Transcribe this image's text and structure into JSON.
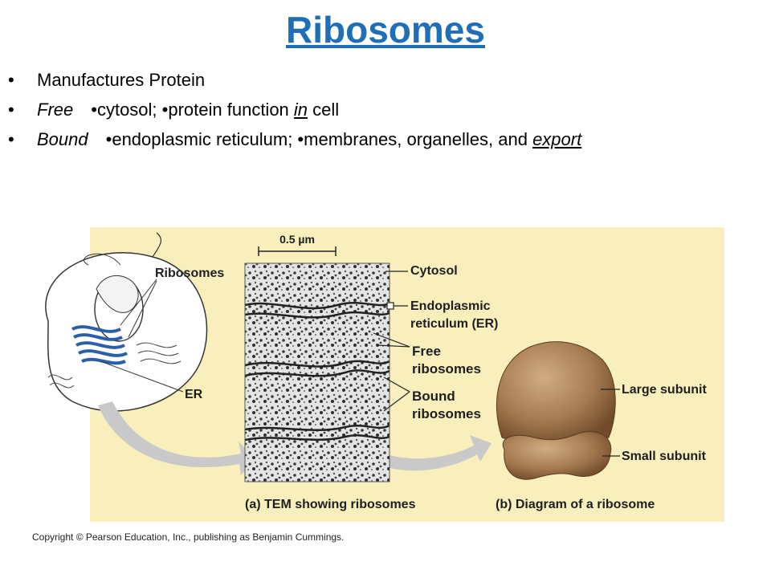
{
  "title": "Ribosomes",
  "bullets": [
    {
      "marker": "•",
      "text": "Manufactures Protein"
    },
    {
      "marker": "•",
      "term": "Free",
      "text_a": "•cytosol; •protein function ",
      "text_u": "in",
      "text_b": " cell"
    },
    {
      "marker": "•",
      "term": "Bound",
      "text_a": "•endoplasmic reticulum; •membranes, organelles, and ",
      "text_u": "export"
    }
  ],
  "figure": {
    "scale_bar": "0.5 µm",
    "labels": {
      "ribosomes": "Ribosomes",
      "er": "ER",
      "cytosol": "Cytosol",
      "endoplasmic_1": "Endoplasmic",
      "endoplasmic_2": "reticulum (ER)",
      "free_1": "Free",
      "free_2": "ribosomes",
      "bound_1": "Bound",
      "bound_2": "ribosomes",
      "large_subunit": "Large subunit",
      "small_subunit": "Small subunit"
    },
    "captions": {
      "a": "(a) TEM showing ribosomes",
      "b": "(b) Diagram of a ribosome"
    },
    "colors": {
      "background": "#f9efbd",
      "ribosome": "#a57a4f",
      "er": "#2b5fa8",
      "arrow": "#c9c9c9"
    }
  },
  "copyright": "Copyright © Pearson Education, Inc., publishing as Benjamin Cummings."
}
